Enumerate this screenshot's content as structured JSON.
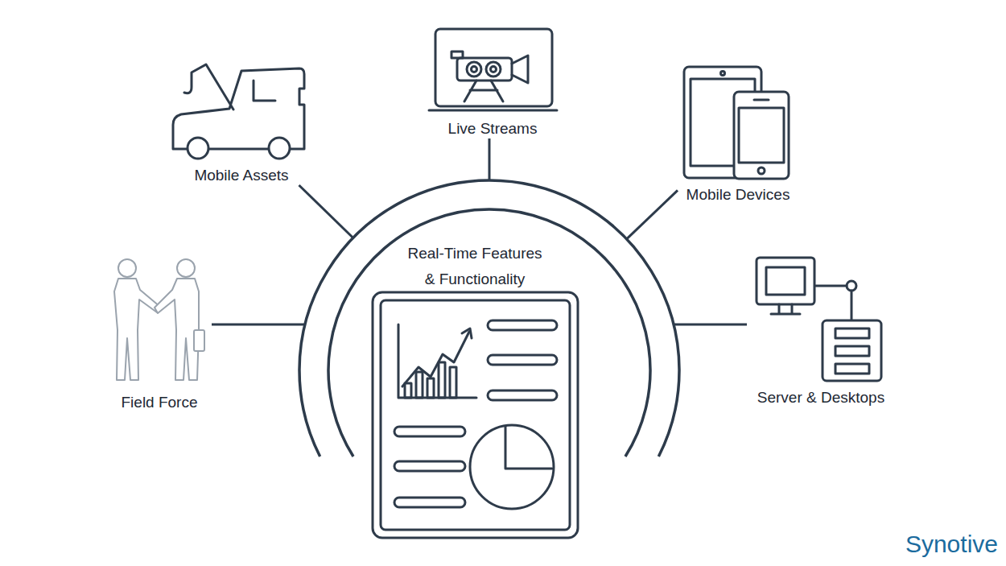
{
  "diagram": {
    "nodes": [
      {
        "text": [
          "Mobile Assets"
        ]
      },
      {
        "text": [
          "Live Streams"
        ]
      },
      {
        "text": [
          "Mobile Devices"
        ]
      },
      {
        "text": [
          "Field Force"
        ]
      },
      {
        "text": [
          "Real-Time Features & Functionality"
        ]
      },
      {
        "text": [
          "Server & Desktops"
        ]
      }
    ],
    "edges": [
      {
        "from": 0,
        "to": 4,
        "arrow": "none"
      },
      {
        "from": 1,
        "to": 4,
        "arrow": "none"
      },
      {
        "from": 2,
        "to": 4,
        "arrow": "none"
      },
      {
        "from": 3,
        "to": 4,
        "arrow": "none"
      },
      {
        "from": 5,
        "to": 4,
        "arrow": "none"
      }
    ],
    "labels": [
      "Synotive"
    ]
  }
}
